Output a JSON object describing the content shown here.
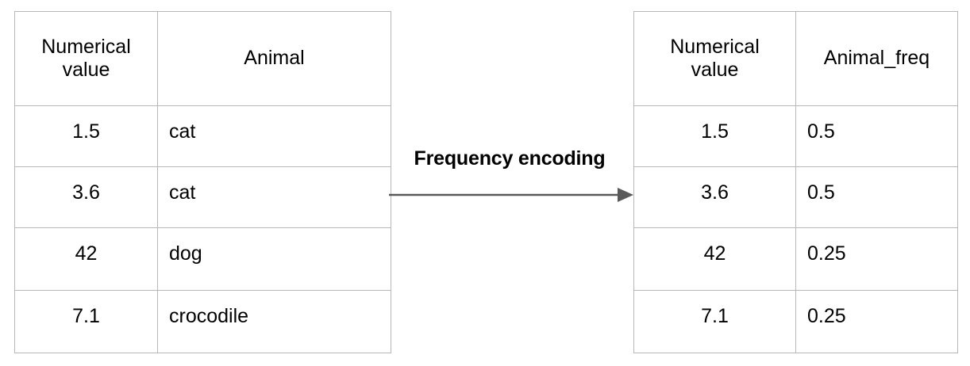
{
  "diagram": {
    "title_label": "Frequency encoding",
    "arrow": {
      "icon": "arrow-right-icon",
      "color": "#595959",
      "direction": "left-to-right"
    }
  },
  "source_table": {
    "name": "original-data-table",
    "headers": {
      "col1_line1": "Numerical",
      "col1_line2": "value",
      "col2": "Animal"
    },
    "rows": [
      {
        "value": "1.5",
        "animal": "cat"
      },
      {
        "value": "3.6",
        "animal": "cat"
      },
      {
        "value": "42",
        "animal": "dog"
      },
      {
        "value": "7.1",
        "animal": "crocodile"
      }
    ]
  },
  "result_table": {
    "name": "frequency-encoded-table",
    "headers": {
      "col1_line1": "Numerical",
      "col1_line2": "value",
      "col2": "Animal_freq"
    },
    "rows": [
      {
        "value": "1.5",
        "freq": "0.5"
      },
      {
        "value": "3.6",
        "freq": "0.5"
      },
      {
        "value": "42",
        "freq": "0.25"
      },
      {
        "value": "7.1",
        "freq": "0.25"
      }
    ]
  },
  "style": {
    "border_color": "#b7b7b7",
    "text_color": "#000000",
    "arrow_color": "#595959",
    "background": "#ffffff"
  }
}
